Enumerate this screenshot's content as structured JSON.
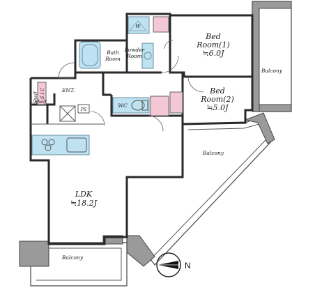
{
  "rooms": {
    "bedroom1": {
      "line1": "Bed",
      "line2": "Room(1)",
      "area": "≒6.0J"
    },
    "bedroom2": {
      "line1": "Bed",
      "line2": "Room(2)",
      "area": "≒5.0J"
    },
    "ldk": {
      "line1": "LDK",
      "area": "≒18.2J"
    },
    "bath": {
      "line1": "Bath",
      "line2": "Room"
    },
    "powder": {
      "line1": "Powder",
      "line2": "Room"
    },
    "wc": "WC",
    "entrance": "ENT.",
    "wic": "S I C",
    "shelf_top": "Shelf",
    "shelf_bottom": "Shelf",
    "ps": "PS",
    "washer": "W"
  },
  "balconies": {
    "right": "Balcony",
    "middle": "Balcony",
    "bottom": "Balcony"
  },
  "compass": {
    "label": "N",
    "icon": "compass-icon"
  },
  "colors": {
    "wet_area": "#bfe2f2",
    "storage": "#f4c7d6",
    "structure": "#9a9a9a"
  }
}
